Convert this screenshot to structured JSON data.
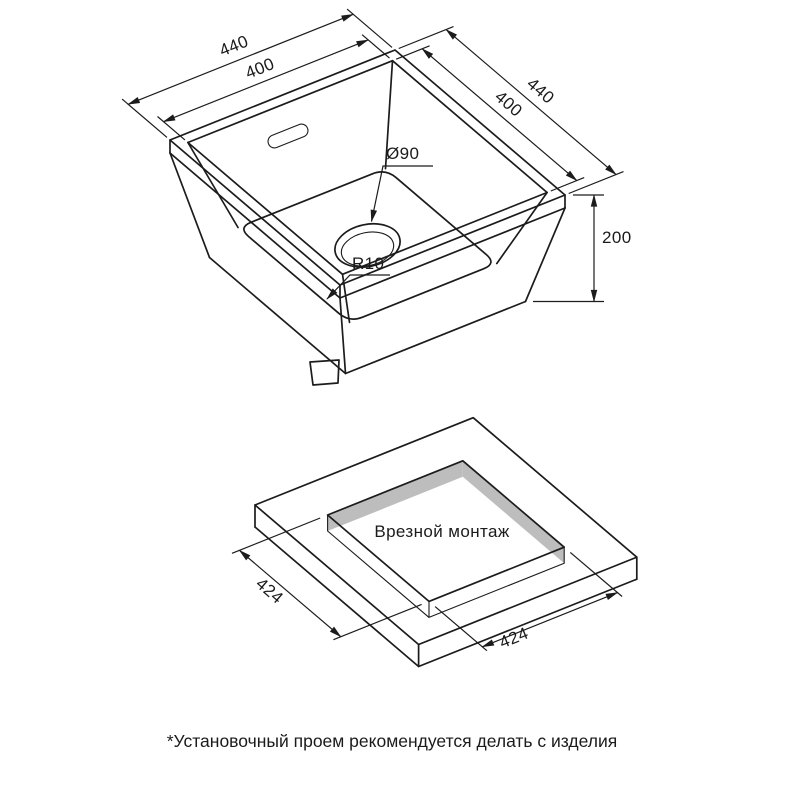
{
  "sink_view": {
    "outer_width": "440",
    "inner_width": "400",
    "outer_depth": "440",
    "inner_depth": "400",
    "drain_diameter": "Ø90",
    "corner_radius": "R10",
    "bowl_height": "200"
  },
  "cutout_view": {
    "caption": "Врезной монтаж",
    "cutout_width": "424",
    "cutout_depth": "424"
  },
  "footnote": "*Установочный проем рекомендуется делать с изделия",
  "colors": {
    "line": "#1c1c1c",
    "shading": "#bdbdbd",
    "background": "#ffffff"
  }
}
